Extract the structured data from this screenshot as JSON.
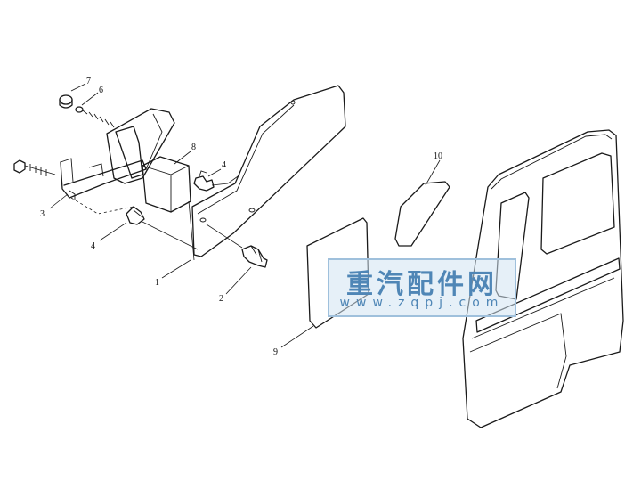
{
  "diagram": {
    "callouts": [
      {
        "id": "1",
        "label": "1"
      },
      {
        "id": "2",
        "label": "2"
      },
      {
        "id": "3",
        "label": "3"
      },
      {
        "id": "4a",
        "label": "4"
      },
      {
        "id": "4b",
        "label": "4"
      },
      {
        "id": "6",
        "label": "6"
      },
      {
        "id": "7",
        "label": "7"
      },
      {
        "id": "8",
        "label": "8"
      },
      {
        "id": "9",
        "label": "9"
      },
      {
        "id": "10",
        "label": "10"
      }
    ]
  },
  "watermark": {
    "title": "重汽配件网",
    "url": "www.zqpj.com"
  },
  "colors": {
    "line": "#1a1a1a",
    "watermark": "#4f86b6"
  }
}
